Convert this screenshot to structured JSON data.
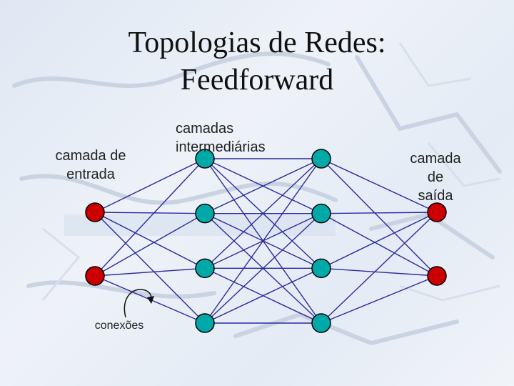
{
  "title": {
    "line1": "Topologias de Redes:",
    "line2": "Feedforward"
  },
  "labels": {
    "input_layer": [
      "camada de",
      "entrada"
    ],
    "hidden_layers": [
      "camadas",
      "intermediárias"
    ],
    "output_layer": [
      "camada",
      "de",
      "saída"
    ],
    "connections": "conexões"
  },
  "network": {
    "layers": [
      2,
      4,
      4,
      2
    ],
    "connectivity": "fully-connected between adjacent layers"
  },
  "colors": {
    "input_node": "#cc0000",
    "hidden_node": "#00a8a8",
    "output_node": "#cc0000",
    "connection": "#2a2aa0",
    "node_outline": "#000000"
  },
  "icons": {
    "connection_pointer": "curved-arrow-icon"
  }
}
